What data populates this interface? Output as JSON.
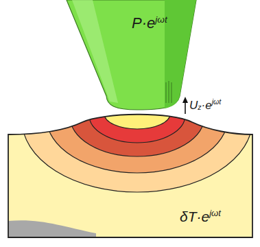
{
  "diagram": {
    "labels": [
      "P·ejωt",
      "Uz·ejωt",
      "δT·ejωt"
    ]
  }
}
